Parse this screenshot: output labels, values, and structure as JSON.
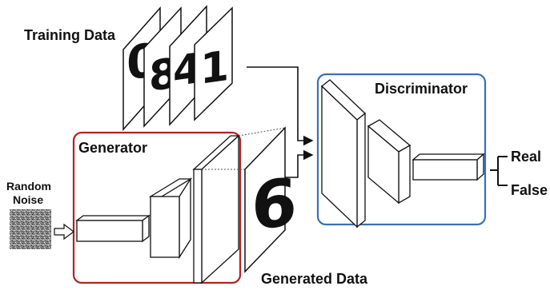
{
  "labels": {
    "training_data": "Training Data",
    "generator": "Generator",
    "discriminator": "Discriminator",
    "random_noise_line1": "Random",
    "random_noise_line2": "Noise",
    "generated_data": "Generated Data",
    "real": "Real",
    "false": "False"
  },
  "training_digits": [
    "0",
    "8",
    "4",
    "1"
  ],
  "generated_digit": "6",
  "colors": {
    "generator_border": "#b22222",
    "discriminator_border": "#3a6fb5",
    "line": "#111111"
  }
}
